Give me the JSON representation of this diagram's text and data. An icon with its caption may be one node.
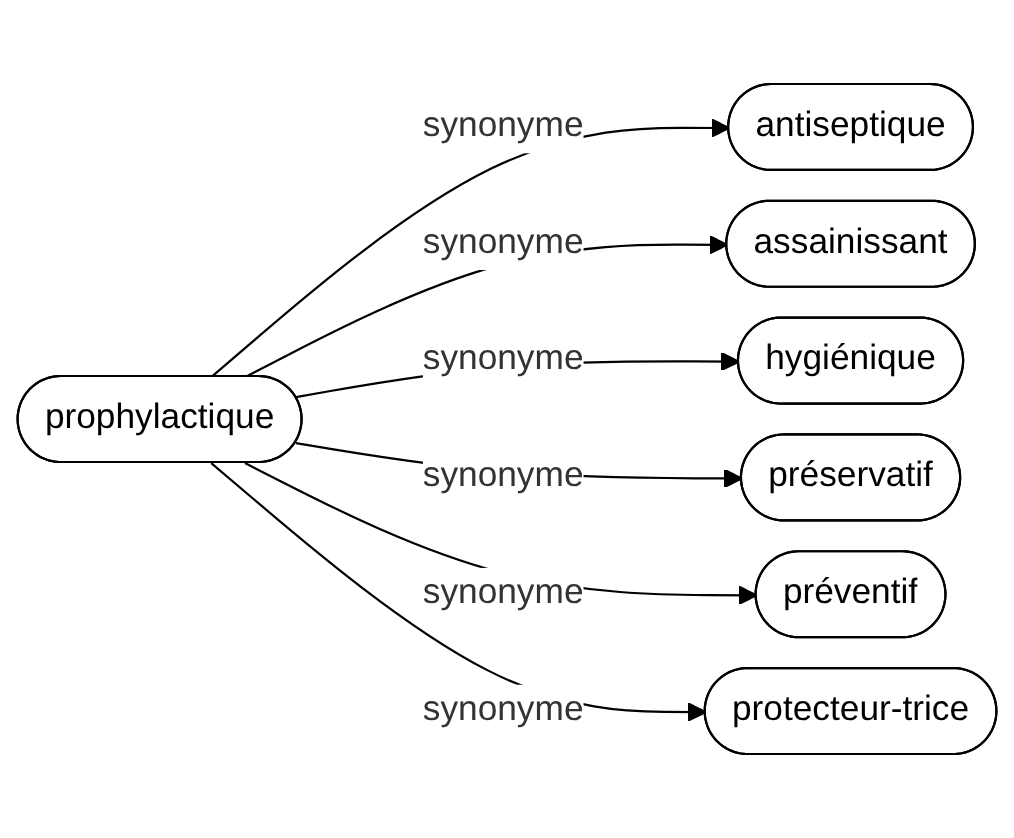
{
  "diagram": {
    "nodes": [
      {
        "text": [
          "prophylactique"
        ]
      },
      {
        "text": [
          "antiseptique"
        ]
      },
      {
        "text": [
          "assainissant"
        ]
      },
      {
        "text": [
          "hygiénique"
        ]
      },
      {
        "text": [
          "préservatif"
        ]
      },
      {
        "text": [
          "préventif"
        ]
      },
      {
        "text": [
          "protecteur-trice"
        ]
      }
    ],
    "edges": [
      {
        "from": 0,
        "to": 1,
        "arrow": "to",
        "label": "synonyme"
      },
      {
        "from": 0,
        "to": 2,
        "arrow": "to",
        "label": "synonyme"
      },
      {
        "from": 0,
        "to": 3,
        "arrow": "to",
        "label": "synonyme"
      },
      {
        "from": 0,
        "to": 4,
        "arrow": "to",
        "label": "synonyme"
      },
      {
        "from": 0,
        "to": 5,
        "arrow": "to",
        "label": "synonyme"
      },
      {
        "from": 0,
        "to": 6,
        "arrow": "to",
        "label": "synonyme"
      }
    ]
  }
}
